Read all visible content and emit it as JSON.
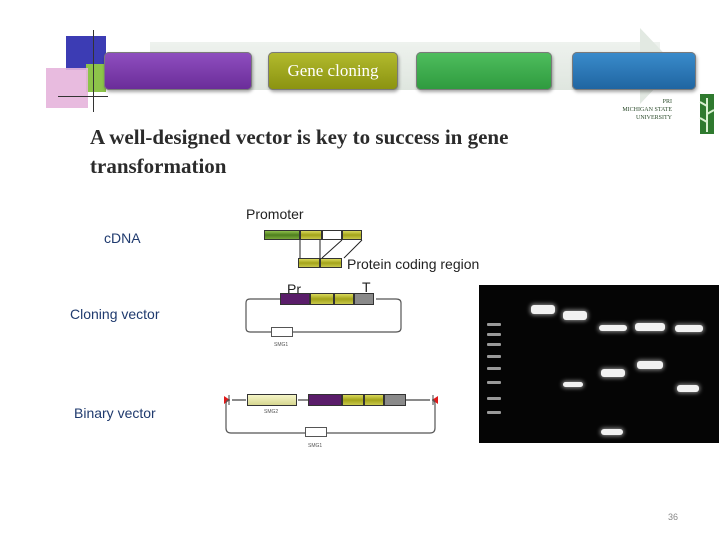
{
  "slide": {
    "steps": [
      {
        "label": "",
        "color": "#7a3aa6"
      },
      {
        "label": "Gene cloning",
        "color": "#9aa21a"
      },
      {
        "label": "",
        "color": "#3aa24a"
      },
      {
        "label": "",
        "color": "#2a76b0"
      }
    ],
    "logo_text": "PRI\nMICHIGAN STATE\nUNIVERSITY",
    "title": "A well-designed vector is key to success in gene transformation",
    "labels": {
      "cdna": "cDNA",
      "cloning_vector": "Cloning vector",
      "binary_vector": "Binary vector"
    },
    "diagram": {
      "promoter": "Promoter",
      "protein_coding_region": "Protein coding region",
      "pr": "Pr",
      "t": "T",
      "smg1": "SMG1",
      "smg2": "SMG2"
    },
    "page_number": "36"
  }
}
